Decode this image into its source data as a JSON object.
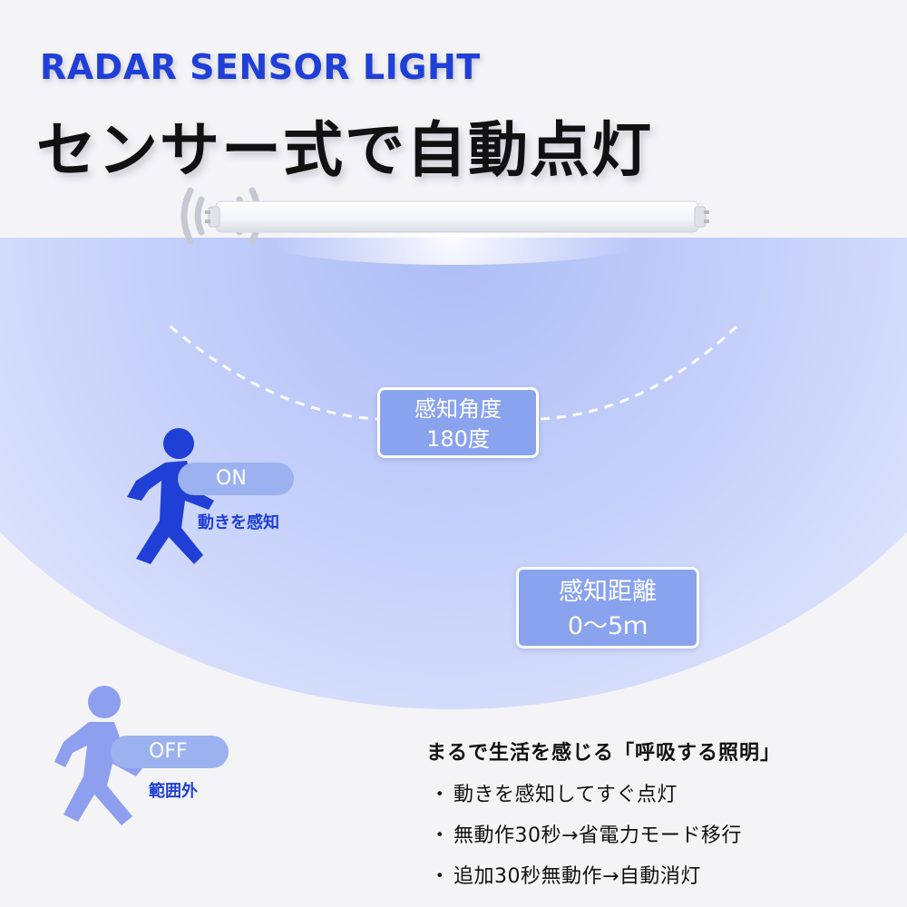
{
  "title": {
    "english": "RADAR SENSOR LIGHT",
    "japanese": "センサー式で自動点灯"
  },
  "sensor_angle": {
    "label": "感知角度",
    "value": "180度"
  },
  "sensor_distance": {
    "label": "感知距離",
    "value": "0〜5ｍ"
  },
  "on_state": {
    "pill": "ON",
    "caption": "動きを感知"
  },
  "off_state": {
    "pill": "OFF",
    "caption": "範囲外"
  },
  "description": {
    "heading": "まるで生活を感じる「呼吸する照明」",
    "bullet_mark": "・",
    "bullets": [
      "動きを感知してすぐ点灯",
      "無動作30秒→省電力モード移行",
      "追加30秒無動作→自動消灯"
    ]
  },
  "colors": {
    "accent_blue": "#1f3fd6",
    "person_on": "#1f3fd6",
    "person_off": "#8e9ff0",
    "field": "#c9d4fa",
    "box": "#8aa3ee",
    "background": "#f4f4f7"
  },
  "icons": [
    "radar-wave-icon",
    "led-tube-icon",
    "walking-person-icon"
  ]
}
